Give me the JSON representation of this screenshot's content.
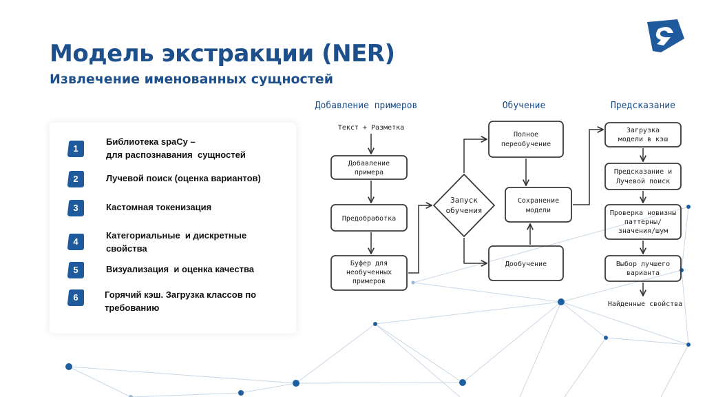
{
  "slide": {
    "title": "Модель экстракции (NER)",
    "subtitle": "Извлечение именованных сущностей"
  },
  "features": [
    {
      "number": "1",
      "lines": [
        "Библиотека spaCy –",
        "для распознавания  сущностей"
      ]
    },
    {
      "number": "2",
      "lines": [
        "Лучевой поиск (оценка вариантов)"
      ]
    },
    {
      "number": "3",
      "lines": [
        "Кастомная токенизация"
      ]
    },
    {
      "number": "4",
      "lines": [
        "Категориальные  и дискретные",
        "свойства"
      ]
    },
    {
      "number": "5",
      "lines": [
        "Визуализация  и оценка качества"
      ]
    },
    {
      "number": "6",
      "lines": [
        "Горячий кэш. Загрузка классов по",
        "требованию"
      ]
    }
  ],
  "diagram": {
    "columns": {
      "adding": "Добавление примеров",
      "training": "Обучение",
      "prediction": "Предсказание"
    },
    "input_label": "Текст + Разметка",
    "nodes": {
      "add_example": [
        "Добавление",
        "примера"
      ],
      "preprocessing": [
        "Предобработка"
      ],
      "buffer": [
        "Буфер для",
        "необученных",
        "примеров"
      ],
      "launch_training": [
        "Запуск",
        "обучения"
      ],
      "full_retrain": [
        "Полное",
        "переобучение"
      ],
      "save_model": [
        "Сохранение",
        "модели"
      ],
      "finetune": [
        "Дообучение"
      ],
      "load_cache": [
        "Загрузка",
        "модели в кэш"
      ],
      "predict_beam": [
        "Предсказание и",
        "Лучевой поиск"
      ],
      "novelty_check": [
        "Проверка новизны",
        "паттерны/",
        "значения/шум"
      ],
      "select_best": [
        "Выбор лучшего",
        "варианта"
      ]
    },
    "output_label": "Найденные свойства"
  },
  "colors": {
    "brand_blue": "#1d4f8a",
    "badge_blue": "#1e5a9c",
    "network_dot": "#1d5fa0",
    "sketch_stroke": "#3a3a3a"
  },
  "icons": [
    "company-logo-icon",
    "number-badge-icon"
  ]
}
